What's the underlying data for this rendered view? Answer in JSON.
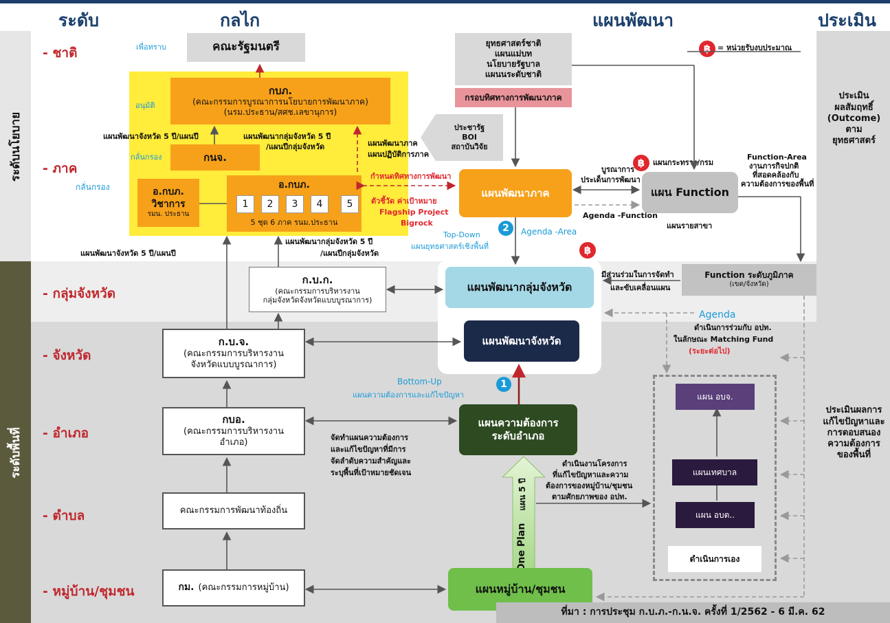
{
  "headers": {
    "level": "ระดับ",
    "mechanism": "กลไก",
    "plan": "แผนพัฒนา",
    "evaluation": "ประเมิน"
  },
  "side_labels": {
    "policy": "ระดับนโยบาย",
    "area": "ระดับพื้นที่"
  },
  "levels": {
    "national": "- ชาติ",
    "region": "- ภาค",
    "province_group": "- กลุ่มจังหวัด",
    "province": "- จังหวัด",
    "district": "- อำเภอ",
    "subdistrict": "- ตำบล",
    "village": "- หมู่บ้าน/ชุมชน"
  },
  "mechanism": {
    "for_info": "เพื่อทราบ",
    "cabinet": "คณะรัฐมนตรี",
    "approve": "อนุมัติ",
    "kbpk_title": "กบภ.",
    "kbpk_line1": "(คณะกรรมการบูรณาการนโยบายการพัฒนาภาค)",
    "kbpk_line2": "(นรม.ประธาน/สศช.เลขานุการ)",
    "plan_province_left": "แผนพัฒนาจังหวัด 5 ปี/แผนปี",
    "plan_group_mid_1": "แผนพัฒนากลุ่มจังหวัด 5 ปี",
    "plan_group_mid_2": "/แผนปีกลุ่มจังหวัด",
    "screen_label": "กลั่นกรอง",
    "knj": "กนจ.",
    "screen_label2": "กลั่นกรอง",
    "okbpk_academic_1": "อ.กบภ.",
    "okbpk_academic_2": "วิชาการ",
    "okbpk_academic_3": "รมน. ประธาน",
    "okbpk_title": "อ.กบภ.",
    "okbpk_nums": [
      "1",
      "2",
      "3",
      "4",
      "5"
    ],
    "okbpk_sub": "5 ชุด 6 ภาค รนม.ประธาน",
    "plan_region_1": "แผนพัฒนาภาค",
    "plan_region_2": "แผนปฏิบัติการภาค",
    "private_1": "ประชารัฐ",
    "private_2": "BOI",
    "private_3": "สถาบันวิจัย",
    "plan_province_bottom": "แผนพัฒนาจังหวัด 5 ปี/แผนปี",
    "plan_group_bottom_1": "แผนพัฒนากลุ่มจังหวัด 5 ปี",
    "plan_group_bottom_2": "/แผนปีกลุ่มจังหวัด",
    "kbk_title": "ก.บ.ก.",
    "kbk_1": "(คณะกรรมการบริหารงาน",
    "kbk_2": "กลุ่มจังหวัดจังหวัดแบบบูรณาการ)",
    "kbj_title": "ก.บ.จ.",
    "kbj_1": "(คณะกรรมการบริหารงาน",
    "kbj_2": "จังหวัดแบบบูรณาการ)",
    "kbo_title": "กบอ.",
    "kbo_1": "(คณะกรรมการบริหารงาน",
    "kbo_2": "อำเภอ)",
    "local_committee": "คณะกรรมการพัฒนาท้องถิ่น",
    "village_committee_bold": "กม.",
    "village_committee_rest": "(คณะกรรมการหมู่บ้าน)"
  },
  "plans": {
    "national_1": "ยุทธศาสตร์ชาติ",
    "national_2": "แผนแม่บท",
    "national_3": "นโยบายรัฐบาล",
    "national_4": "แผนนระดับชาติ",
    "direction": "กรอบทิศทางการพัฒนาภาค",
    "budget_legend": "= หน่วยรับงบประมาณ",
    "set_direction": "กำหนดทิศทางการพัฒนา",
    "indicators": "ตัวชี้วัด ค่าเป้าหมาย",
    "flagship": "Flagship Project",
    "bigrock": "Bigrock",
    "region_plan": "แผนพัฒนาภาค",
    "integrate_1": "บูรณาการ",
    "integrate_2": "ประเด็นการพัฒนา",
    "ministry_plan": "แผนกระทรวง/กรม",
    "function_plan": "แผน Function",
    "agenda_function": "Agenda -Function",
    "sector_plan": "แผนรายสาขา",
    "function_area_1": "Function-Area",
    "function_area_2": "งานภารกิจปกติ",
    "function_area_3": "ที่สอดคล้องกับ",
    "function_area_4": "ความต้องการของพื้นที่",
    "top_down": "Top-Down",
    "agenda_area": "Agenda -Area",
    "area_strategy": "แผนยุทธศาสตร์เชิงพื้นที่",
    "group_plan": "แผนพัฒนากลุ่มจังหวัด",
    "participate_1": "มีส่วนร่วมในการจัดทำ",
    "participate_2": "และขับเคลื่อนแผน",
    "function_regional_1": "Function ระดับภูมิภาค",
    "function_regional_2": "(เขต/จังหวัด)",
    "province_plan": "แผนพัฒนาจังหวัด",
    "agenda": "Agenda",
    "matching_1": "ดำเนินการร่วมกับ อปท.",
    "matching_2": "ในลักษณะ Matching Fund",
    "matching_3": "(ระยะต่อไป)",
    "bottom_up": "Bottom-Up",
    "needs_plan_label": "แผนความต้องการและแก้ไขปัญหา",
    "district_plan_1": "แผนความต้องการ",
    "district_plan_2": "ระดับอำเภอ",
    "do_plan_1": "จัดทำแผนความต้องการ",
    "do_plan_2": "และแก้ไขปัญหาที่มีการ",
    "do_plan_3": "จัดลำดับความสำคัญและ",
    "do_plan_4": "ระบุพื้นที่เป้าหมายชัดเจน",
    "project_1": "ดำเนินงานโครงการ",
    "project_2": "ที่แก้ไขปัญหาและความ",
    "project_3": "ต้องการของหมู่บ้าน/ชุมชน",
    "project_4": "ตามศักยภาพของ อปท.",
    "one_plan": "One Plan",
    "five_year": "แผน 5 ปี",
    "village_plan": "แผนหมู่บ้าน/ชุมชน",
    "pao_plan": "แผน อบจ.",
    "municipality_plan": "แผนเทศบาล",
    "sao_plan": "แผน อบต..",
    "self_execute": "ดำเนินการเอง"
  },
  "evaluation": {
    "top_1": "ประเมิน",
    "top_2": "ผลสัมฤทธิ์",
    "top_3": "(Outcome)",
    "top_4": "ตาม",
    "top_5": "ยุทธศาสตร์",
    "bottom_1": "ประเมินผลการ",
    "bottom_2": "แก้ไขปัญหาและ",
    "bottom_3": "การตอบสนอง",
    "bottom_4": "ความต้องการ",
    "bottom_5": "ของพื้นที่"
  },
  "source": "ที่มา : การประชุม ก.บ.ภ.-ก.น.จ. ครั้งที่ 1/2562 - 6 มี.ค. 62",
  "budget_icon": "฿",
  "step_1": "1",
  "step_2": "2",
  "colors": {
    "header_bar": "#1b3f6b",
    "red_text": "#c0272d",
    "yellow_zone": "#ffec3b",
    "orange_box": "#f7a11a",
    "blue_text": "#1a9bd7",
    "light_blue": "#a5d8e6",
    "navy": "#1c2a4a",
    "dark_green": "#2d4a21",
    "green": "#6fbf4a",
    "gray_box": "#c2c2c2",
    "pink": "#e8949a",
    "dark_purple": "#3a1f4d"
  }
}
